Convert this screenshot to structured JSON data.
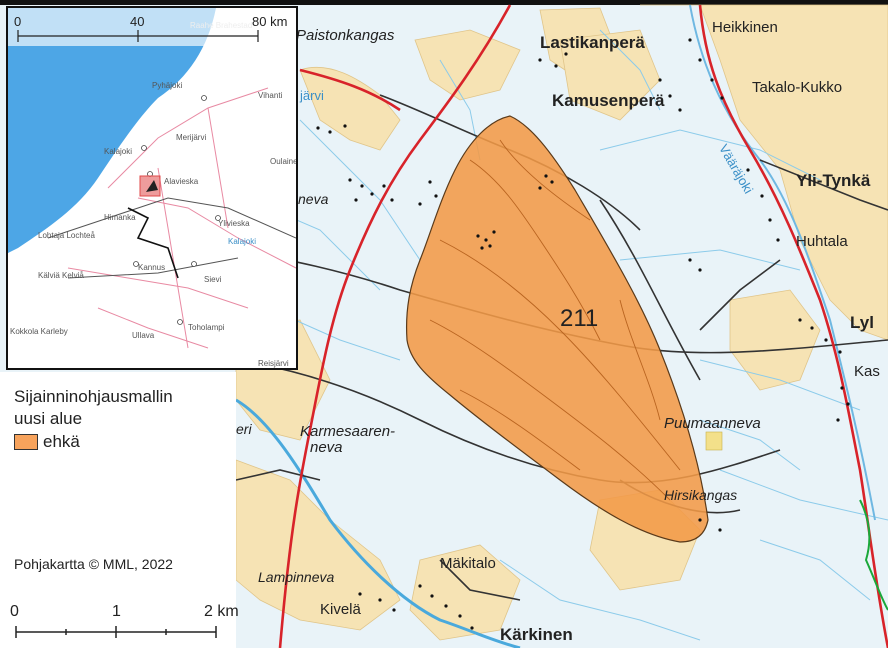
{
  "map": {
    "area_label": "211",
    "places": [
      {
        "label": "Paistonkangas",
        "style": "italic"
      },
      {
        "label": "Lastikanperä",
        "style": "bold"
      },
      {
        "label": "Heikkinen",
        "style": "normal"
      },
      {
        "label": "Kamusenperä",
        "style": "bold"
      },
      {
        "label": "Takalo-Kukko",
        "style": "normal"
      },
      {
        "label": "Yli-Tynkä",
        "style": "bold"
      },
      {
        "label": "Vääräjoki",
        "style": "water"
      },
      {
        "label": "Huhtala",
        "style": "normal"
      },
      {
        "label": "Lyl",
        "style": "bold"
      },
      {
        "label": "Kas",
        "style": "normal"
      },
      {
        "label": "Puumaanneva",
        "style": "italic"
      },
      {
        "label": "Hirsikangas",
        "style": "italic"
      },
      {
        "label": "Karmesaaren-",
        "style": "italic"
      },
      {
        "label": "neva",
        "style": "italic"
      },
      {
        "label": "Mäkitalo",
        "style": "normal"
      },
      {
        "label": "Lampinneva",
        "style": "italic"
      },
      {
        "label": "Kivelä",
        "style": "normal"
      },
      {
        "label": "Kärkinen",
        "style": "bold"
      },
      {
        "label": "neva",
        "style": "italic"
      },
      {
        "label": "järvi",
        "style": "water"
      },
      {
        "label": "eri",
        "style": "italic"
      }
    ],
    "colors": {
      "background": "#e9f3f8",
      "field": "#f6e3b4",
      "area_fill": "#f29a47",
      "road_main": "#d8232a",
      "road_minor": "#333333",
      "water": "#7ec3e6"
    }
  },
  "inset": {
    "scale_labels": [
      "0",
      "40",
      "80 km"
    ],
    "places": [
      "Raahe Brahestad",
      "Pyhäjoki",
      "Vihanti",
      "Merijärvi",
      "Kalajoki",
      "Oulainen",
      "Alavieska",
      "Himanka",
      "Lohtaja Lochteå",
      "Ylivieska",
      "Kalajoki",
      "Kälviä Kelviå",
      "Kannus",
      "Sievi",
      "Toholampi",
      "Ullava",
      "Kokkola Karleby",
      "Reisjärvi"
    ],
    "colors": {
      "sea": "#4da6e6",
      "land": "#ffffff",
      "marker": "#e04a4a"
    }
  },
  "legend": {
    "title_line1": "Sijainninohjausmallin",
    "title_line2": "uusi alue",
    "item_label": "ehkä",
    "swatch_color": "#f7a35c"
  },
  "credit": "Pohjakartta © MML, 2022",
  "scalebar": {
    "labels": [
      "0",
      "1",
      "2 km"
    ]
  }
}
